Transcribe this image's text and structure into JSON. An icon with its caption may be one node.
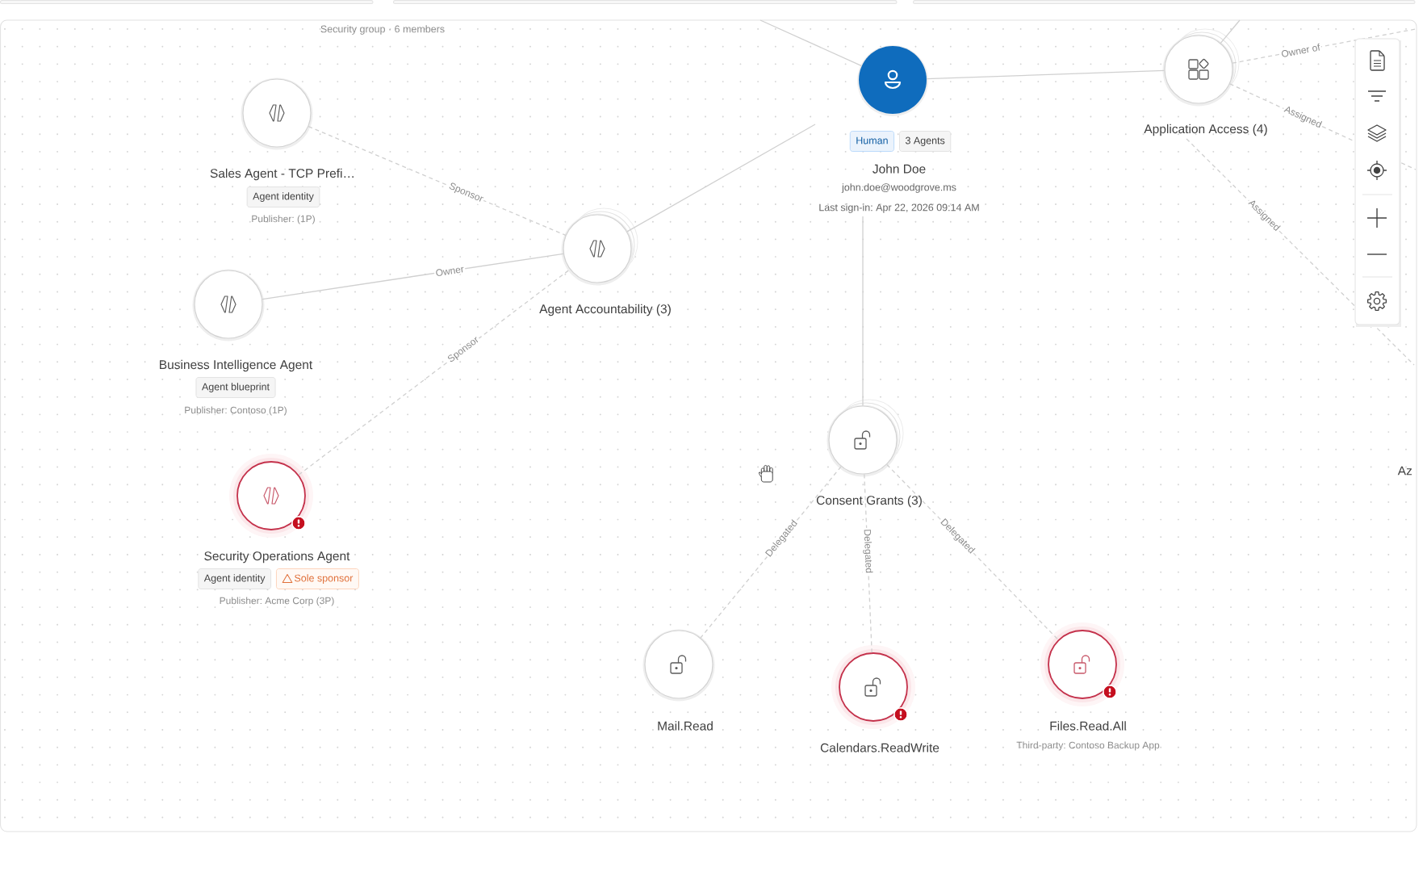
{
  "diagram": {
    "nodes": [
      {
        "text": [
          "Sales Agent - TCP Prefi…",
          "Agent identity",
          "Publisher: (1P)"
        ]
      },
      {
        "text": [
          "Business Intelligence Agent",
          "Agent blueprint",
          "Publisher: Contoso (1P)"
        ]
      },
      {
        "text": [
          "Security Operations Agent",
          "Agent identity",
          "Sole sponsor",
          "Publisher: Acme Corp (3P)"
        ]
      },
      {
        "text": [
          "Agent Accountability (3)"
        ]
      },
      {
        "text": [
          "Human",
          "3 Agents",
          "John Doe",
          "john.doe@woodgrove.ms",
          "Last sign-in: Apr 22, 2026 09:14 AM"
        ]
      },
      {
        "text": [
          "Application Access (4)"
        ]
      },
      {
        "text": [
          "Consent Grants (3)"
        ]
      },
      {
        "text": [
          "Mail.Read"
        ]
      },
      {
        "text": [
          "Calendars.ReadWrite"
        ]
      },
      {
        "text": [
          "Files.Read.All",
          "Third-party: Contoso Backup App"
        ]
      }
    ],
    "edges": [
      {
        "from": 0,
        "to": 3,
        "arrow": "none",
        "label": "Sponsor",
        "style": "dashed"
      },
      {
        "from": 1,
        "to": 3,
        "arrow": "none",
        "label": "Owner"
      },
      {
        "from": 2,
        "to": 3,
        "arrow": "none",
        "label": "Sponsor",
        "style": "dashed"
      },
      {
        "from": 3,
        "to": 4,
        "arrow": "none"
      },
      {
        "from": 4,
        "to": null,
        "arrow": "none"
      },
      {
        "from": 4,
        "to": 5,
        "arrow": "none"
      },
      {
        "from": 4,
        "to": 6,
        "arrow": "none"
      },
      {
        "from": 5,
        "to": null,
        "arrow": "none",
        "label": "Owner of",
        "style": "dashed"
      },
      {
        "from": 5,
        "to": null,
        "arrow": "none",
        "label": "Assigned",
        "style": "dashed"
      },
      {
        "from": 5,
        "to": null,
        "arrow": "none",
        "label": "Assigned",
        "style": "dashed"
      },
      {
        "from": 5,
        "to": null,
        "arrow": "none"
      },
      {
        "from": 6,
        "to": 7,
        "arrow": "none",
        "label": "Delegated",
        "style": "dashed"
      },
      {
        "from": 6,
        "to": 8,
        "arrow": "none",
        "label": "Delegated",
        "style": "dashed"
      },
      {
        "from": 6,
        "to": 9,
        "arrow": "none",
        "label": "Delegated",
        "style": "dashed"
      }
    ],
    "labels": [
      "Security group · 6 members",
      "Az"
    ]
  }
}
